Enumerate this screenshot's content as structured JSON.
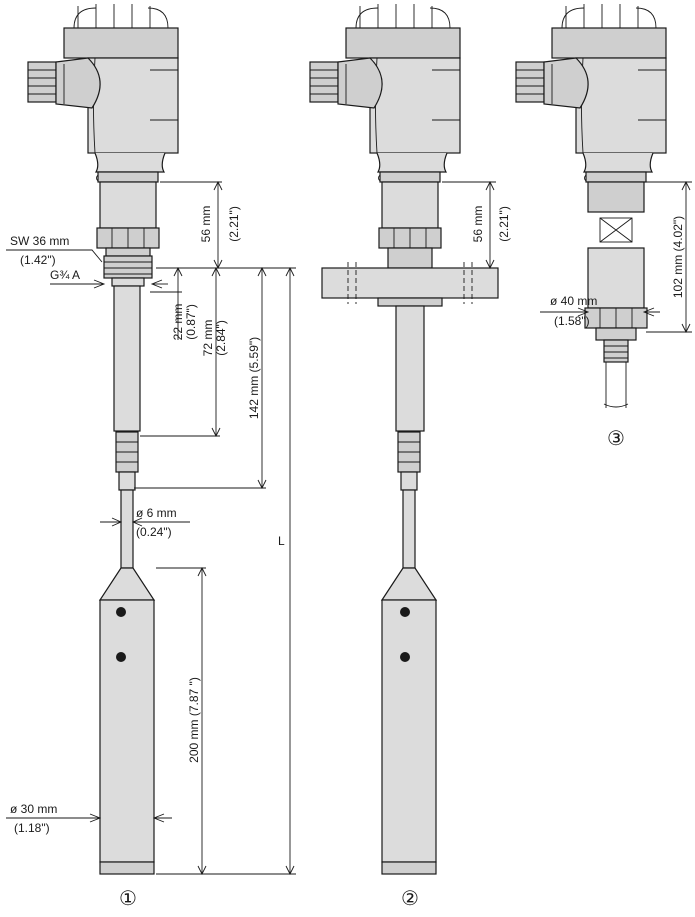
{
  "colors": {
    "body": "#cfcfcf",
    "outline": "#1a1a1a",
    "background": "#ffffff"
  },
  "dimensions": {
    "v1_sw": "SW 36 mm",
    "v1_sw_in": "(1.42\")",
    "v1_thread": "G¾ A",
    "v1_56": "56 mm",
    "v1_56_in": "(2.21\")",
    "v1_22": "22 mm",
    "v1_22_in": "(0.87\")",
    "v1_72": "72 mm",
    "v1_72_in": "(2.84\")",
    "v1_142": "142 mm (5.59\")",
    "v1_d6": "ø 6 mm",
    "v1_d6_in": "(0.24\")",
    "v1_L": "L",
    "v1_200": "200 mm (7.87 \")",
    "v1_d30": "ø 30 mm",
    "v1_d30_in": "(1.18\")",
    "v2_56": "56 mm",
    "v2_56_in": "(2.21\")",
    "v3_d40": "ø 40 mm",
    "v3_d40_in": "(1.58\")",
    "v3_102": "102 mm (4.02\")"
  },
  "markers": {
    "v1": "①",
    "v2": "②",
    "v3": "③"
  }
}
